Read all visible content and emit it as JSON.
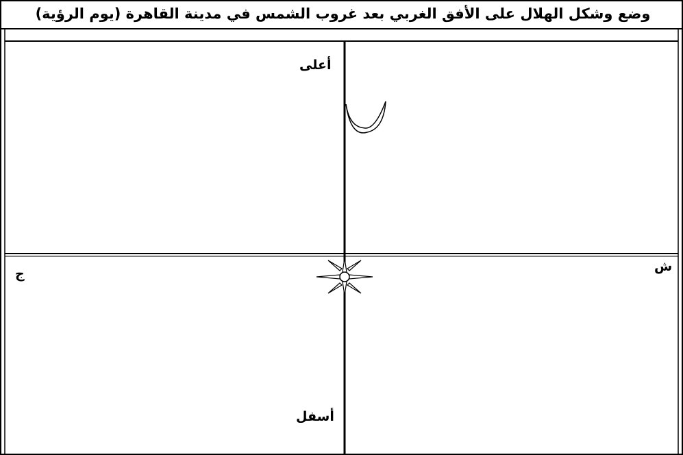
{
  "title": "وضع وشكل الهلال على الأفق الغربي بعد غروب الشمس في مدينة القاهرة (يوم الرؤية)",
  "labels": {
    "top": "أعلى",
    "bottom": "أسفل",
    "north": "ش",
    "south": "ج"
  },
  "colors": {
    "line": "#000000",
    "background": "#ffffff"
  },
  "icons": {
    "moon": "crescent-moon-icon",
    "sun": "sun-icon"
  }
}
